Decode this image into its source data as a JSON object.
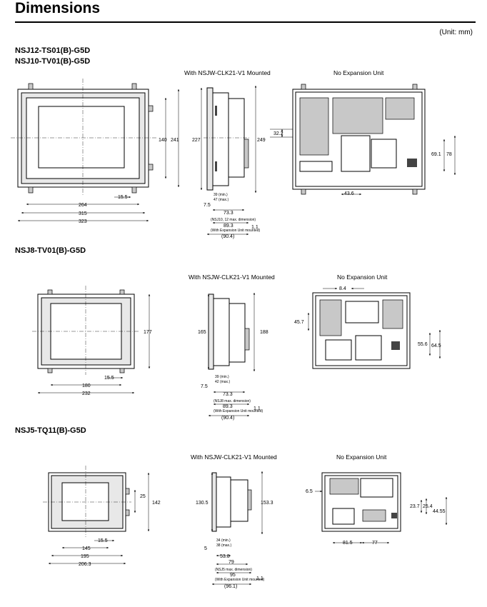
{
  "header": {
    "title": "Dimensions",
    "unit": "(Unit: mm)"
  },
  "sections": [
    {
      "models": [
        "NSJ12-TS01(B)-G5D",
        "NSJ10-TV01(B)-G5D"
      ],
      "cap_mounted": "With NSJW-CLK21-V1 Mounted",
      "cap_noexp": "No Expansion Unit",
      "front": {
        "w_outer": "323",
        "w_mid": "315",
        "w_inner": "264",
        "h_inner": "140",
        "h_outer": "241",
        "lug": "15.5"
      },
      "side": {
        "h_left": "227",
        "h_right": "249",
        "d_min": "39 (min.)",
        "d_max": "47 (max.)",
        "lip": "7.5",
        "d1": "73.3",
        "note1": "(NSJ10, 12 max. dimension)",
        "d2": "89.3",
        "note2": "(With Expansion Unit mounted)",
        "d3": "(90.4)",
        "gap": "1.1"
      },
      "rear": {
        "a": "32.2",
        "b": "43.6",
        "c": "69.1",
        "d": "78"
      }
    },
    {
      "models": [
        "NSJ8-TV01(B)-G5D"
      ],
      "cap_mounted": "With NSJW-CLK21-V1 Mounted",
      "cap_noexp": "No Expansion Unit",
      "front": {
        "w_outer": "232",
        "w_inner": "180",
        "h_outer": "177",
        "lug": "15.5"
      },
      "side": {
        "h_left": "165",
        "h_right": "188",
        "d_min": "39 (min.)",
        "d_max": "42 (max.)",
        "lip": "7.5",
        "d1": "73.3",
        "note1": "(NSJ8 max. dimension)",
        "d2": "89.3",
        "note2": "(With Expansion Unit mounted)",
        "d3": "(90.4)",
        "gap": "1.1"
      },
      "rear": {
        "a": "8.4",
        "b": "45.7",
        "c": "55.6",
        "d": "64.5"
      }
    },
    {
      "models": [
        "NSJ5-TQ11(B)-G5D"
      ],
      "cap_mounted": "With NSJW-CLK21-V1 Mounted",
      "cap_noexp": "No Expansion Unit",
      "front": {
        "w_outer": "206.3",
        "w_mid": "195",
        "w_inner": "145",
        "h_inner": "25",
        "h_outer": "142",
        "lug": "15.5"
      },
      "side": {
        "h_left": "130.5",
        "h_right": "153.3",
        "d_min": "34 (min.)",
        "d_max": "38 (max.)",
        "lip": "5",
        "d0": "53.8",
        "d1": "79",
        "note1": "(NSJ5 max. dimension)",
        "d2": "95",
        "note2": "(With Expansion Unit mounted)",
        "d3": "(96.1)",
        "gap": "1.1"
      },
      "rear": {
        "a": "6.5",
        "b": "81.5",
        "c": "77",
        "d": "23.7",
        "e": "25.4",
        "f": "44.55"
      }
    }
  ]
}
